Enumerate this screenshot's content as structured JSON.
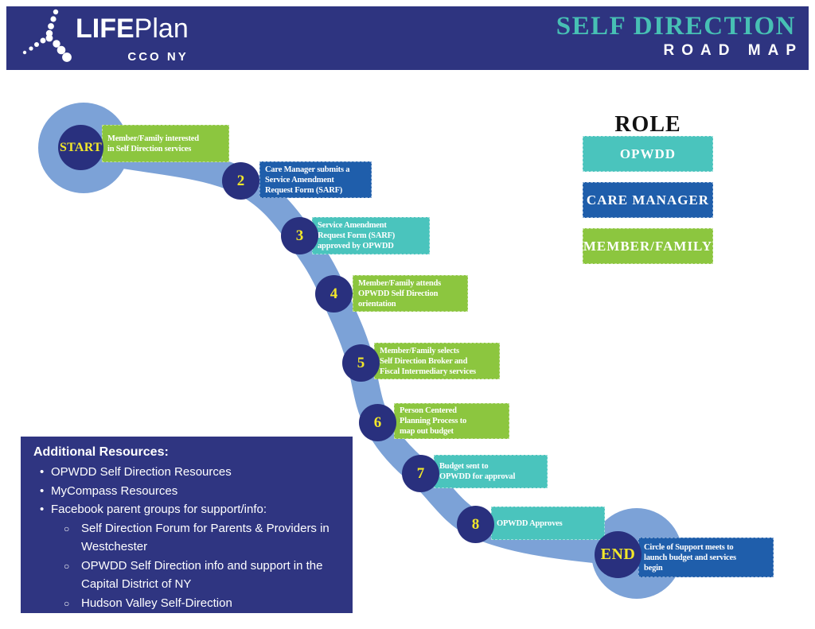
{
  "header": {
    "logo": {
      "life": "LIFE",
      "plan": "Plan",
      "sub": "CCO NY"
    },
    "title": "SELF DIRECTION",
    "subtitle": "ROAD MAP"
  },
  "roadmap": {
    "steps": [
      {
        "number": "START",
        "text": "Member/Family interested\nin Self Direction services",
        "role": "MEMBER/FAMILY"
      },
      {
        "number": "2",
        "text": "Care Manager submits a\nService Amendment\nRequest Form (SARF)",
        "role": "CARE MANAGER"
      },
      {
        "number": "3",
        "text": "Service Amendment\nRequest Form (SARF)\napproved by OPWDD",
        "role": "OPWDD"
      },
      {
        "number": "4",
        "text": "Member/Family attends\nOPWDD Self Direction\norientation",
        "role": "MEMBER/FAMILY"
      },
      {
        "number": "5",
        "text": "Member/Family selects\nSelf Direction Broker and\nFiscal Intermediary services",
        "role": "MEMBER/FAMILY"
      },
      {
        "number": "6",
        "text": "Person Centered\nPlanning Process to\nmap out budget",
        "role": "MEMBER/FAMILY"
      },
      {
        "number": "7",
        "text": "Budget sent to\nOPWDD for approval",
        "role": "OPWDD"
      },
      {
        "number": "8",
        "text": "OPWDD Approves",
        "role": "OPWDD"
      },
      {
        "number": "END",
        "text": "Circle of Support meets to\nlaunch budget and services\nbegin",
        "role": "CARE MANAGER"
      }
    ]
  },
  "legend": {
    "title": "ROLE",
    "items": [
      {
        "label": "OPWDD",
        "color": "#4AC4BD"
      },
      {
        "label": "CARE MANAGER",
        "color": "#1F5EAB"
      },
      {
        "label": "MEMBER/FAMILY",
        "color": "#8CC63F"
      }
    ]
  },
  "resources": {
    "title": "Additional Resources:",
    "items": [
      {
        "level": 1,
        "text": "OPWDD Self Direction Resources"
      },
      {
        "level": 1,
        "text": "MyCompass Resources"
      },
      {
        "level": 1,
        "text": "Facebook parent groups for support/info:"
      },
      {
        "level": 2,
        "text": "Self Direction Forum for Parents & Providers in Westchester"
      },
      {
        "level": 2,
        "text": "OPWDD Self Direction info and support in the Capital District of NY"
      },
      {
        "level": 2,
        "text": "Hudson Valley Self-Direction"
      }
    ]
  },
  "colors": {
    "header_navy": "#2E3480",
    "node_navy": "#29307E",
    "road_blue": "#7CA2D7",
    "title_teal": "#47C0B4",
    "yellow": "#F2E72A",
    "opwdd_teal": "#4AC4BD",
    "care_manager_blue": "#1F5EAB",
    "member_family_green": "#8CC63F"
  }
}
